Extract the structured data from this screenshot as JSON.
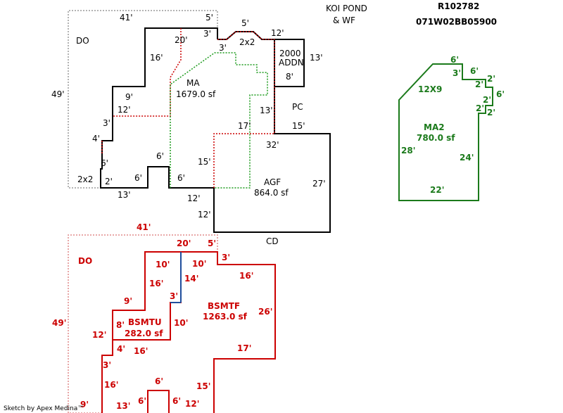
{
  "header": {
    "parcel_id": "R102782",
    "map_number": "071W02BB05900",
    "feature_line1": "KOI POND",
    "feature_line2": "& WF"
  },
  "colors": {
    "main_outline": "#000000",
    "upper_outline": "#cc0000",
    "ma_outline": "#1b9a1b",
    "ma2_outline": "#1b7a1b",
    "basement": "#cc0000",
    "basement_divider": "#1f4e9c",
    "deck_outline": "#9a9a9a"
  },
  "upper_plan": {
    "areas": {
      "do": "DO",
      "ma": "MA",
      "ma_area": "1679.0 sf",
      "pc": "PC",
      "agf": "AGF",
      "agf_area": "864.0 sf",
      "cd": "CD",
      "addn_line1": "2000",
      "addn_line2": "ADDN",
      "bump": "2x2",
      "corner": "2x2"
    },
    "dims": {
      "d41": "41'",
      "d5a": "5'",
      "d5b": "5'",
      "d3a": "3'",
      "d12a": "12'",
      "d20": "20'",
      "d13a": "13'",
      "d8": "8'",
      "d3b": "3'",
      "d16": "16'",
      "d49": "49'",
      "d9": "9'",
      "d12b": "12'",
      "d13b": "13'",
      "d3c": "3'",
      "d17": "17'",
      "d15a": "15'",
      "d4": "4'",
      "d32": "32'",
      "d6a": "6'",
      "d6b": "6'",
      "d15b": "15'",
      "d2": "2'",
      "d6c": "6'",
      "d6d": "6'",
      "d27": "27'",
      "d13c": "13'",
      "d12c": "12'",
      "d12d": "12'"
    }
  },
  "ma2_plan": {
    "label": "MA2",
    "area": "780.0 sf",
    "room": "12X9",
    "dims": {
      "d6a": "6'",
      "d3": "3'",
      "d6b": "6'",
      "d2a": "2'",
      "d2b": "2'",
      "d6c": "6'",
      "d2c": "2'",
      "d2d": "2'",
      "d2e": "2'",
      "d28": "28'",
      "d24": "24'",
      "d22": "22'"
    }
  },
  "basement_plan": {
    "areas": {
      "do": "DO",
      "bsmtu": "BSMTU",
      "bsmtu_area": "282.0 sf",
      "bsmtf": "BSMTF",
      "bsmtf_area": "1263.0 sf"
    },
    "dims": {
      "d41": "41'",
      "d20": "20'",
      "d5": "5'",
      "d3a": "3'",
      "d10a": "10'",
      "d10b": "10'",
      "d16a": "16'",
      "d14": "14'",
      "d16b": "16'",
      "d49": "49'",
      "d9a": "9'",
      "d3b": "3'",
      "d26": "26'",
      "d8": "8'",
      "d10c": "10'",
      "d12": "12'",
      "d4": "4'",
      "d16c": "16'",
      "d17": "17'",
      "d3c": "3'",
      "d16d": "16'",
      "d6a": "6'",
      "d15": "15'",
      "d9b": "9'",
      "d13": "13'",
      "d6b": "6'",
      "d6c": "6'",
      "d12b": "12'"
    }
  },
  "footer": {
    "credit": "Sketch by Apex Medina™"
  }
}
